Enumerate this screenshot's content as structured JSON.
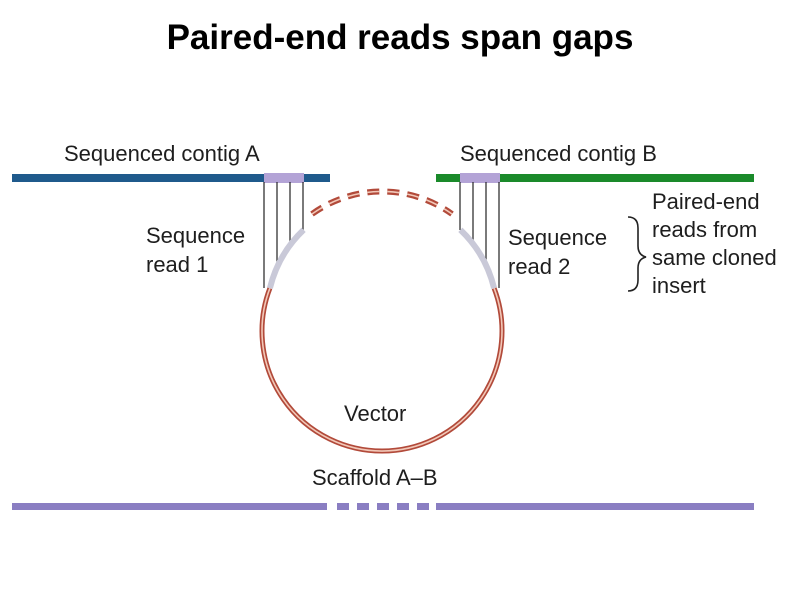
{
  "title": "Paired-end reads span gaps",
  "labels": {
    "contig_a": "Sequenced contig A",
    "contig_b": "Sequenced contig B",
    "read1_line1": "Sequence",
    "read1_line2": "read 1",
    "read2_line1": "Sequence",
    "read2_line2": "read 2",
    "paired_line1": "Paired-end",
    "paired_line2": "reads from",
    "paired_line3": "same cloned",
    "paired_line4": "insert",
    "vector": "Vector",
    "scaffold": "Scaffold A–B"
  },
  "colors": {
    "contig_a": "#1f5a8c",
    "contig_b": "#1a8a2a",
    "read_segment": "#b3a3d6",
    "vector_outer": "#b24a3a",
    "vector_inner": "#e6b29e",
    "read_arc": "#c9c9d8",
    "scaffold": "#8a7ec2"
  }
}
